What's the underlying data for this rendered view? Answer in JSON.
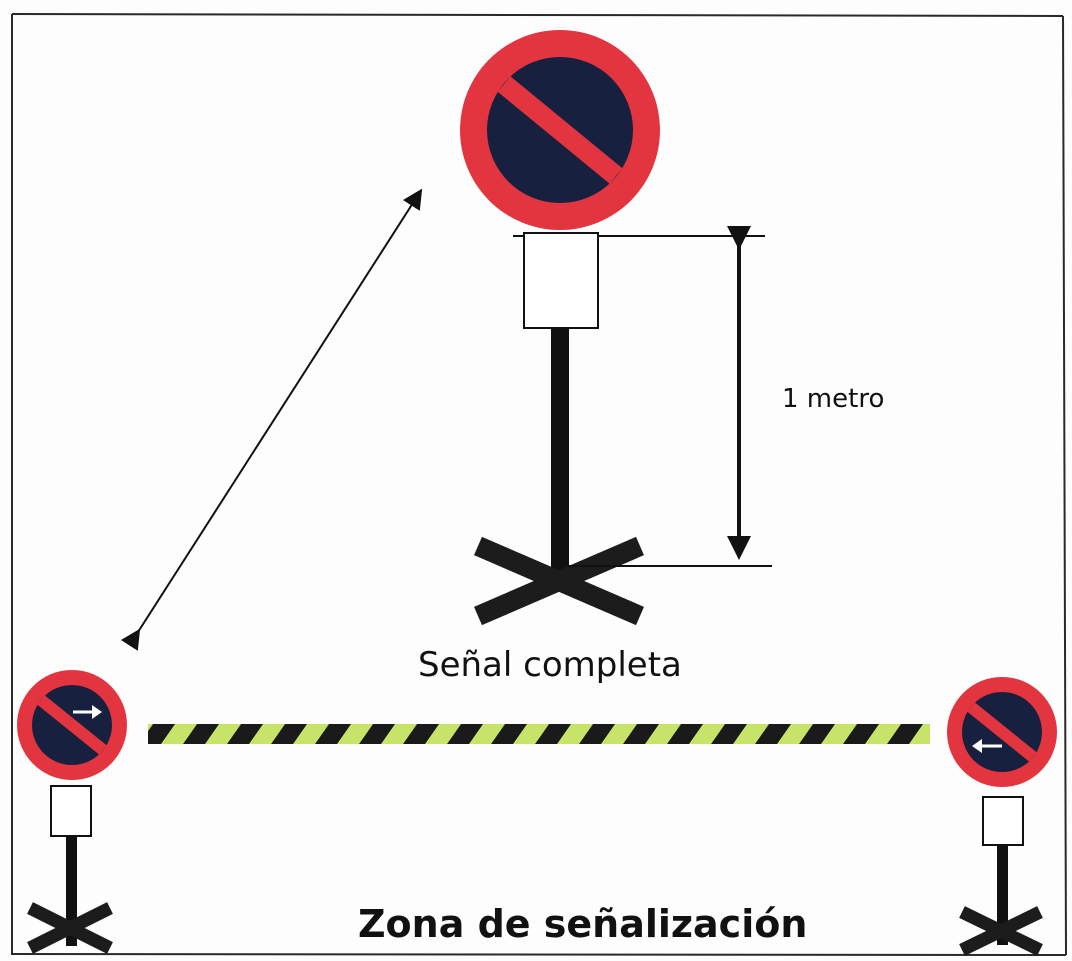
{
  "labels": {
    "height_measure": "1 metro",
    "complete_sign": "Señal completa",
    "zone": "Zona de señalización"
  },
  "colors": {
    "sign_red": "#e2353f",
    "sign_blue": "#17213f",
    "tape_yellow": "#c7e36a",
    "tape_black": "#1a1a1a",
    "post": "#111111",
    "frame": "#2a2a2a"
  },
  "signs": [
    {
      "role": "complete-sign",
      "icon": "no-parking-sign"
    },
    {
      "role": "left-sign",
      "icon": "no-parking-sign-arrow-right",
      "arrow": "right"
    },
    {
      "role": "right-sign",
      "icon": "no-parking-sign-arrow-left",
      "arrow": "left"
    }
  ]
}
